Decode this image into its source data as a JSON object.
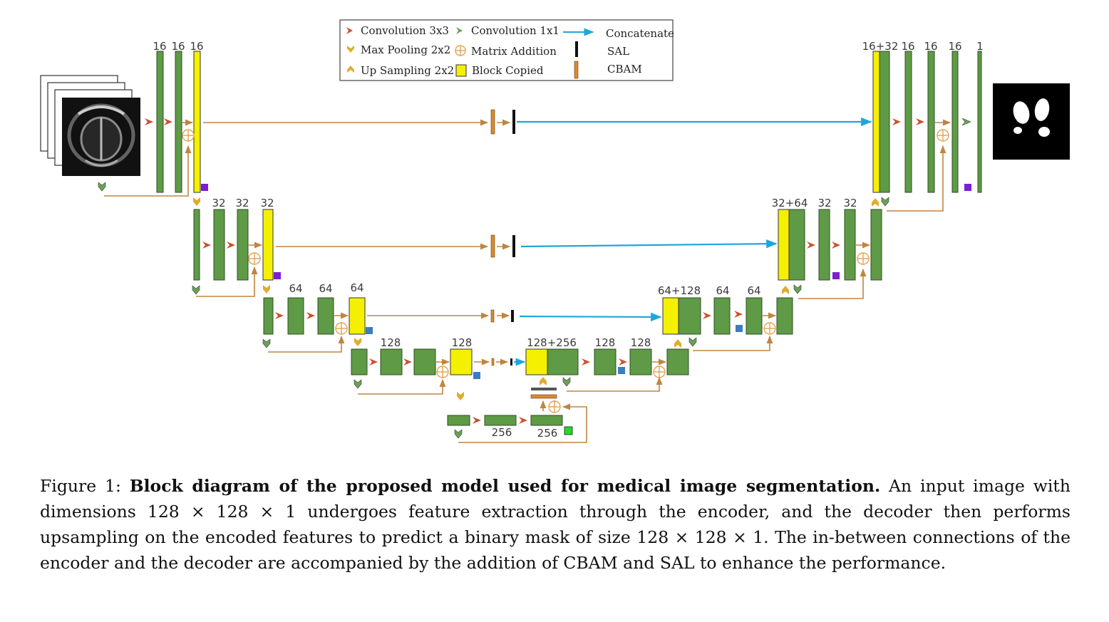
{
  "legend": {
    "conv3": "Convolution 3x3",
    "conv1": "Convolution 1x1",
    "concat": "Concatenate",
    "maxpool": "Max Pooling 2x2",
    "matadd": "Matrix Addition",
    "sal": "SAL",
    "upsample": "Up Sampling 2x2",
    "copied": "Block Copied",
    "cbam": "CBAM"
  },
  "labels": {
    "enc1": [
      "16",
      "16",
      "16"
    ],
    "enc2": [
      "32",
      "32",
      "32"
    ],
    "enc3": [
      "64",
      "64",
      "64"
    ],
    "enc4": [
      "128",
      "128"
    ],
    "bottleneck": [
      "256",
      "256"
    ],
    "dec4": [
      "128+256",
      "128",
      "128"
    ],
    "dec3": [
      "64+128",
      "64",
      "64"
    ],
    "dec2": [
      "32+64",
      "32",
      "32"
    ],
    "dec1": [
      "16+32",
      "16",
      "16",
      "16",
      "1"
    ]
  },
  "colors": {
    "block": "#5f9a46",
    "copied": "#f5f000",
    "arrow": "#c08540",
    "concat": "#1fa6db",
    "conv3": "#c9512b",
    "conv1": "#6f9e5c",
    "maxpool": "#e0ac2e",
    "cbam": "#d98a2b",
    "sal": "#111111",
    "purple": "#7a1fd6",
    "blue": "#3c7cc0",
    "green": "#27d827"
  },
  "caption": {
    "prefix": "Figure 1: ",
    "bold": "Block diagram of the proposed model used for medical image segmentation.",
    "body": " An input image with dimensions 128 × 128 × 1 undergoes feature extraction through the encoder, and the decoder then performs upsampling on the encoded features to predict a binary mask of size 128 × 128 × 1. The in-between connections of the encoder and the decoder are accompanied by the addition of CBAM and SAL to enhance the performance."
  }
}
